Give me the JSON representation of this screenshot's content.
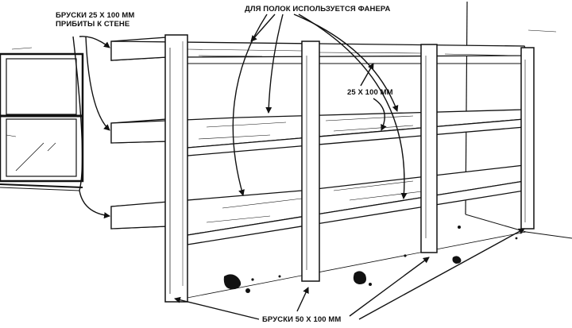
{
  "labels": {
    "wall_strips_line1": "БРУСКИ 25 Х 100 ММ",
    "wall_strips_line2": "ПРИБИТЫ К СТЕНЕ",
    "plywood": "ДЛЯ ПОЛОК ИСПОЛЬЗУЕТСЯ ФАНЕРА",
    "front_boards": "25 Х 100 ММ",
    "posts": "БРУСКИ 50 Х 100 ММ"
  },
  "colors": {
    "ink": "#111111",
    "background": "#ffffff"
  }
}
